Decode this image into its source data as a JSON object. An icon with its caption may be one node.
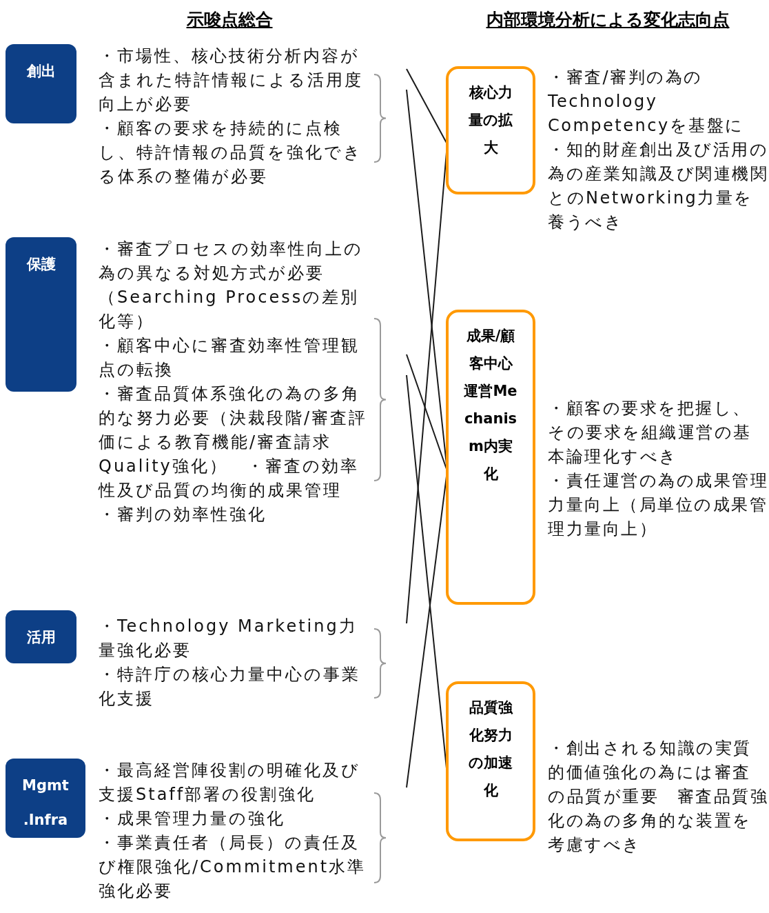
{
  "diagram": {
    "nodes": [
      {
        "text": [
          "創出"
        ],
        "beside": [
          "・市場性、核心技術分析内容が含まれた特許情報による活用度向上が必要",
          "・顧客の要求を持続的に点検し、特許情報の品質を強化できる体系の整備が必要"
        ]
      },
      {
        "text": [
          "保護"
        ],
        "beside": [
          "・審査プロセスの効率性向上の為の異なる対処方式が必要（Searching Processの差別化等）",
          "・顧客中心に審査効率性管理観点の転換",
          "・審査品質体系強化の為の多角的な努力必要（決裁段階/審査評価による教育機能/審査請求Quality強化）　・審査の効率性及び品質の均衡的成果管理",
          "・審判の効率性強化"
        ]
      },
      {
        "text": [
          "活用"
        ],
        "beside": [
          "・Technology Marketing力量強化必要",
          "・特許庁の核心力量中心の事業化支援"
        ]
      },
      {
        "text": [
          "Mgmt .Infra"
        ],
        "beside": [
          "・最高経営陣役割の明確化及び支援Staff部署の役割強化",
          "・成果管理力量の強化",
          "・事業責任者（局長）の責任及び権限強化/Commitment水準強化必要"
        ]
      },
      {
        "text": [
          "核心力量の拡大"
        ],
        "beside": [
          "・審査/審判の為のTechnology Competencyを基盤に",
          "・知的財産創出及び活用の為の産業知識及び関連機関とのNetworking力量を養うべき"
        ]
      },
      {
        "text": [
          "成果/顧客中心運営Mechanism内実化"
        ],
        "beside": [
          "・顧客の要求を把握し、その要求を組織運営の基本論理化すべき",
          "・責任運営の為の成果管理力量向上（局単位の成果管理力量向上）"
        ]
      },
      {
        "text": [
          "品質強化努力の加速化"
        ],
        "beside": [
          "・創出される知識の実質的価値強化の為には審査の品質が重要　審査品質強化の為の多角的な装置を考慮すべき"
        ]
      }
    ],
    "edges": [
      {
        "from": 0,
        "to": 4,
        "arrow": "none"
      },
      {
        "from": 2,
        "to": 4,
        "arrow": "none"
      },
      {
        "from": 0,
        "to": 5,
        "arrow": "none"
      },
      {
        "from": 1,
        "to": 5,
        "arrow": "none"
      },
      {
        "from": 3,
        "to": 5,
        "arrow": "none"
      },
      {
        "from": 1,
        "to": 6,
        "arrow": "none"
      }
    ],
    "labels": [
      "示唆点総合",
      "内部環境分析による変化志向点"
    ]
  }
}
